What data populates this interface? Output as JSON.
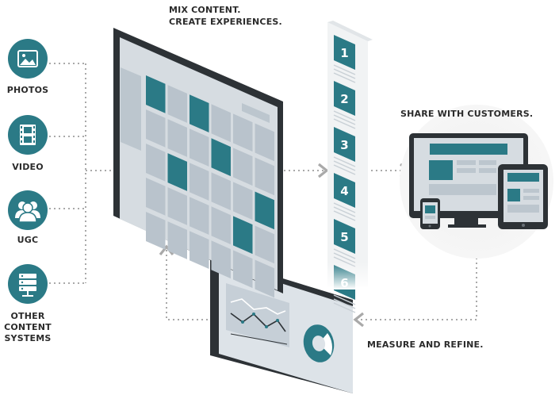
{
  "header": {
    "line1": "MIX CONTENT.",
    "line2": "CREATE EXPERIENCES."
  },
  "sources": [
    {
      "label": "PHOTOS",
      "icon": "photo-icon"
    },
    {
      "label": "VIDEO",
      "icon": "film-icon"
    },
    {
      "label": "UGC",
      "icon": "users-icon"
    },
    {
      "label_lines": [
        "OTHER",
        "CONTENT",
        "SYSTEMS"
      ],
      "icon": "database-icon"
    }
  ],
  "strip_numbers": [
    "1",
    "2",
    "3",
    "4",
    "5",
    "6"
  ],
  "share_label": "SHARE WITH CUSTOMERS.",
  "measure_label": "MEASURE AND REFINE.",
  "colors": {
    "teal": "#2b7a86",
    "dark": "#2d3236",
    "panel": "#d6dce1",
    "cell": "#b9c3cc",
    "dotted": "#a9a9a9",
    "text": "#2b2b2b"
  }
}
